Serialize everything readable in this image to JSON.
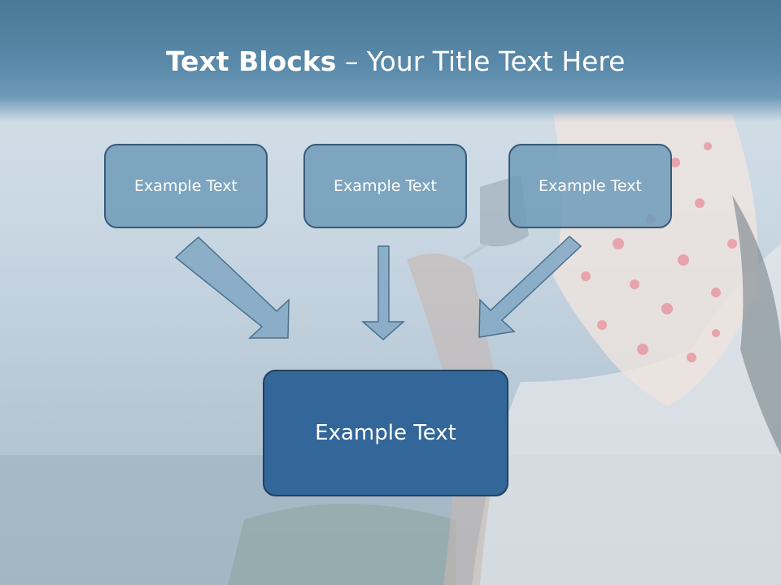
{
  "title": {
    "bold": "Text Blocks",
    "separator": " – ",
    "rest": "Your Title Text Here"
  },
  "boxes": {
    "top_left": "Example Text",
    "top_middle": "Example Text",
    "top_right": "Example Text",
    "bottom": "Example Text"
  },
  "colors": {
    "header": "#5b8aaa",
    "small_box_fill": "#7ea8c4",
    "small_box_border": "#3a5a78",
    "big_box_fill": "#336699",
    "arrow_fill": "#86abc6",
    "arrow_stroke": "#3f6685"
  }
}
